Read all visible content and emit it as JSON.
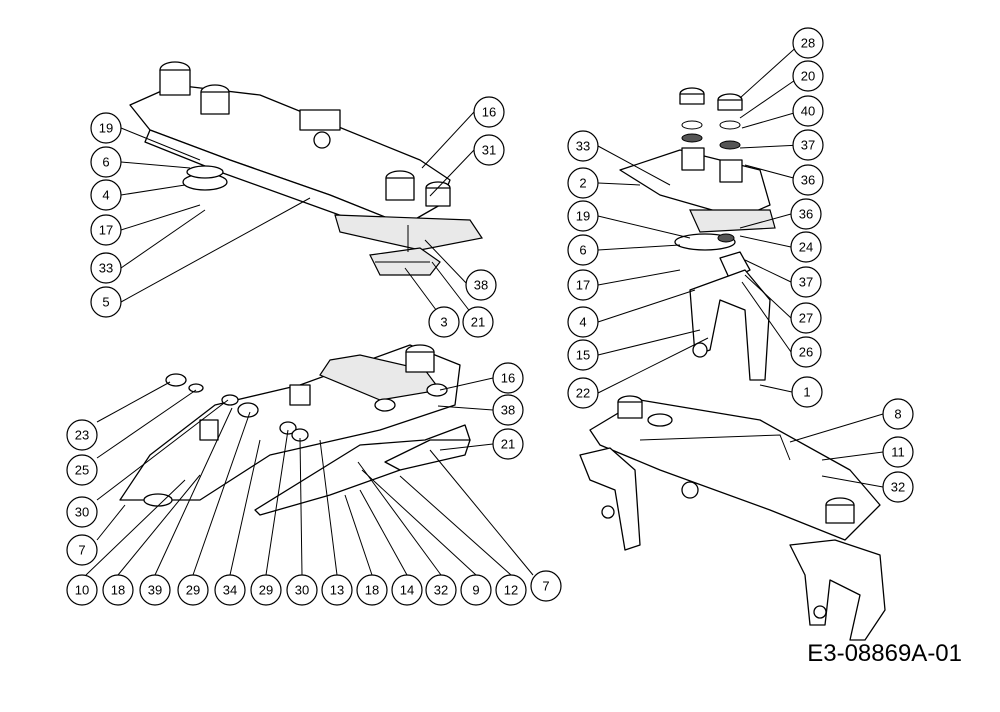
{
  "diagram_code": "E3-08869A-01",
  "callouts": [
    "19",
    "6",
    "4",
    "17",
    "33",
    "5",
    "16",
    "31",
    "38",
    "3",
    "21",
    "28",
    "20",
    "40",
    "37",
    "36",
    "33",
    "2",
    "19",
    "6",
    "17",
    "4",
    "15",
    "22",
    "36",
    "24",
    "37",
    "27",
    "26",
    "1",
    "23",
    "25",
    "30",
    "7",
    "10",
    "18",
    "39",
    "29",
    "34",
    "29",
    "30",
    "13",
    "18",
    "14",
    "32",
    "9",
    "12",
    "7",
    "16",
    "38",
    "21",
    "8",
    "11",
    "32"
  ]
}
